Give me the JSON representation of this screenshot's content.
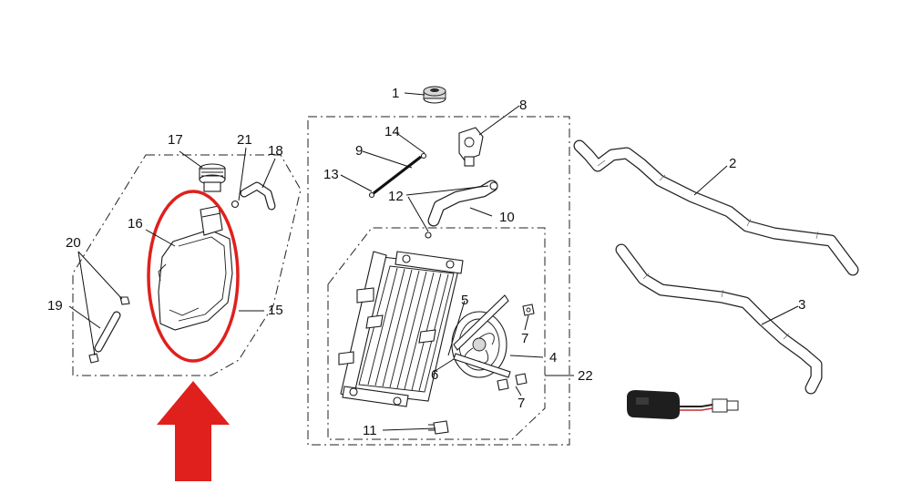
{
  "callouts": {
    "c1": "1",
    "c2": "2",
    "c3": "3",
    "c4": "4",
    "c5": "5",
    "c6": "6",
    "c7a": "7",
    "c7b": "7",
    "c8": "8",
    "c9": "9",
    "c10": "10",
    "c11": "11",
    "c12": "12",
    "c13": "13",
    "c14": "14",
    "c15": "15",
    "c16": "16",
    "c17": "17",
    "c18": "18",
    "c19": "19",
    "c20": "20",
    "c21": "21",
    "c22": "22"
  },
  "colors": {
    "highlight_ellipse": "#e0201c",
    "arrow": "#e0201c",
    "line_art": "#1a1a1a",
    "background": "#ffffff"
  },
  "icons": {
    "pointer": "up-arrow-icon",
    "sensor": "sensor-module-icon"
  }
}
